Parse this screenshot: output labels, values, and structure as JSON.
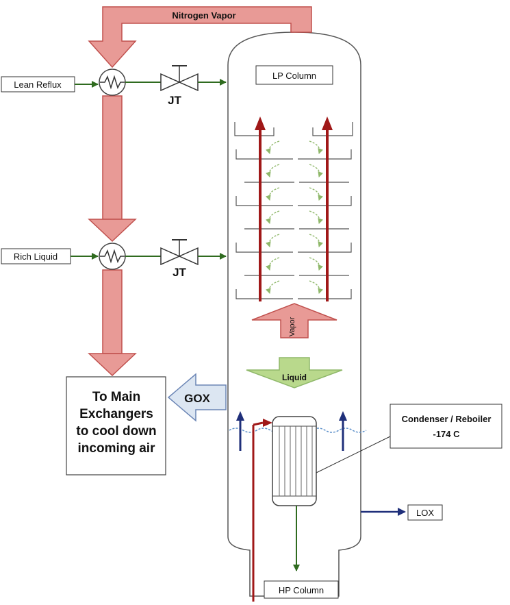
{
  "labels": {
    "nitrogen_vapor": "Nitrogen Vapor",
    "lean_reflux": "Lean Reflux",
    "rich_liquid": "Rich Liquid",
    "jt_top": "JT",
    "jt_bottom": "JT",
    "lp_column": "LP Column",
    "vapor": "Vapor",
    "liquid": "Liquid",
    "gox": "GOX",
    "main_exchangers": [
      "To Main",
      "Exchangers",
      "to cool down",
      "incoming air"
    ],
    "condenser": [
      "Condenser / Reboiler",
      "-174 C"
    ],
    "lox": "LOX",
    "hp_column": "HP Column"
  },
  "colors": {
    "pink_fill": "#e89a96",
    "pink_stroke": "#c0504d",
    "dark_red": "#a01818",
    "green_line": "#2f6b1f",
    "light_green": "#b9d98c",
    "navy": "#1f2f7a",
    "gox_fill": "#dce6f2",
    "gox_stroke": "#6b85b5",
    "water_blue": "#5b8fc9"
  }
}
